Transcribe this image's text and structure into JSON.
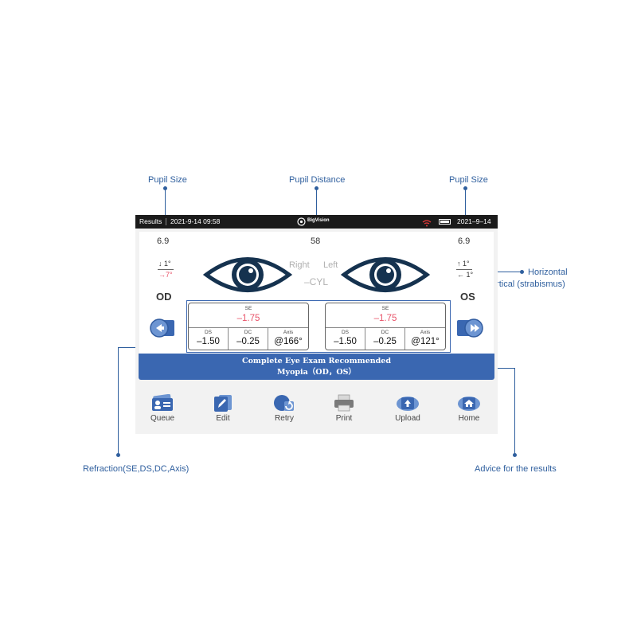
{
  "callouts": {
    "pupil_size_left": "Pupil Size",
    "pupil_distance": "Pupil Distance",
    "pupil_size_right": "Pupil Size",
    "strabismus_line1": "Horizontal",
    "strabismus_line2": "and vertical  (strabismus)",
    "refraction": "Refraction(SE,DS,DC,Axis)",
    "advice": "Advice for the results"
  },
  "statusbar": {
    "title": "Results",
    "datetime": "2021-9-14  09:58",
    "brand": "BigVision",
    "date_right": "2021–9–14"
  },
  "measurements": {
    "od_pupil": "6.9",
    "pd": "58",
    "os_pupil": "6.9",
    "od_vertical": "↓ 1°",
    "od_horizontal": "→7°",
    "os_vertical": "↑ 1°",
    "os_horizontal": "← 1°",
    "right_label": "Right",
    "left_label": "Left",
    "cyl_label": "–CYL",
    "od_label": "OD",
    "os_label": "OS"
  },
  "refraction": {
    "od": {
      "se_label": "SE",
      "se": "–1.75",
      "ds_label": "DS",
      "ds": "–1.50",
      "dc_label": "DC",
      "dc": "–0.25",
      "axis_label": "Axis",
      "axis": "@166°"
    },
    "os": {
      "se_label": "SE",
      "se": "–1.75",
      "ds_label": "DS",
      "ds": "–1.50",
      "dc_label": "DC",
      "dc": "–0.25",
      "axis_label": "Axis",
      "axis": "@121°"
    }
  },
  "advice": {
    "line1": "Complete Eye Exam Recommended",
    "line2": "Myopia（OD，OS）"
  },
  "toolbar": [
    {
      "label": "Queue",
      "icon": "queue-icon"
    },
    {
      "label": "Edit",
      "icon": "edit-icon"
    },
    {
      "label": "Retry",
      "icon": "retry-icon"
    },
    {
      "label": "Print",
      "icon": "print-icon"
    },
    {
      "label": "Upload",
      "icon": "upload-icon"
    },
    {
      "label": "Home",
      "icon": "home-icon"
    }
  ],
  "colors": {
    "accent": "#3a67b1",
    "callout": "#2f5f9e",
    "warning": "#e8546a"
  }
}
